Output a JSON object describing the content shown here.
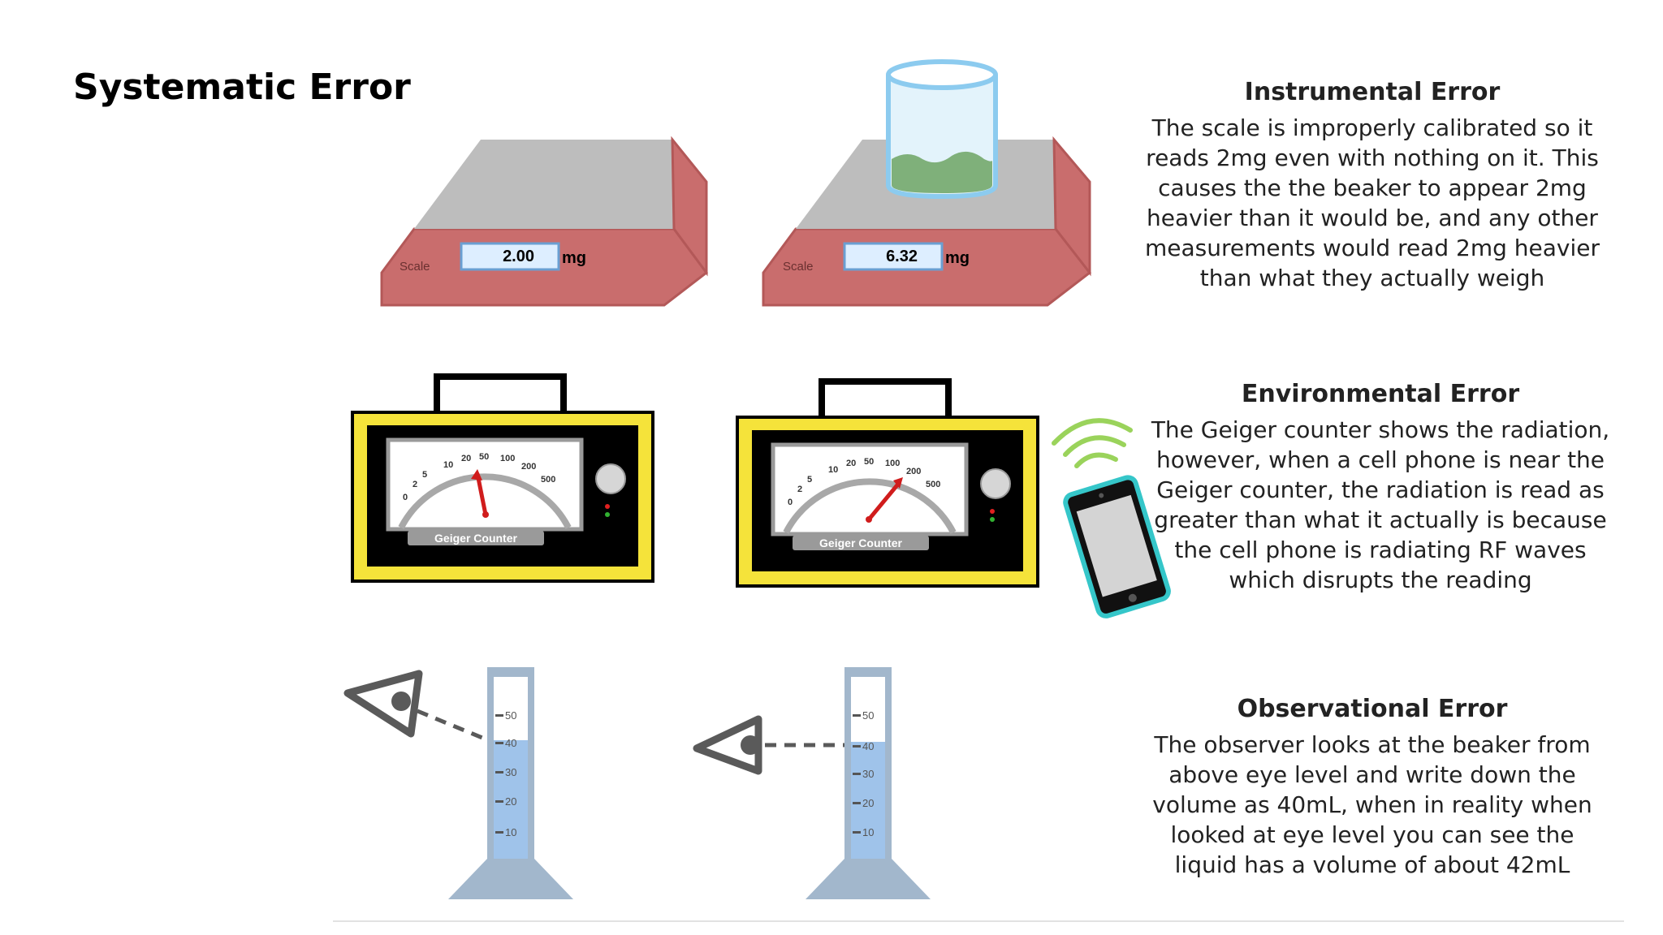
{
  "page": {
    "title": "Systematic Error"
  },
  "instrumental": {
    "heading": "Instrumental Error",
    "body": "The scale is improperly calibrated so it reads 2mg even with nothing on it. This causes the the beaker to appear 2mg heavier than it would be, and any other measurements would read 2mg heavier than what they actually weigh",
    "scale_label": "Scale",
    "unit": "mg",
    "empty_reading": "2.00",
    "beaker_reading": "6.32"
  },
  "environmental": {
    "heading": "Environmental Error",
    "body": "The Geiger counter shows the radiation, however, when a cell phone is near the Geiger counter, the radiation is read as greater than what it actually is because the cell phone is radiating RF waves which disrupts the reading",
    "device_label": "Geiger Counter",
    "dial_ticks": [
      "0",
      "2",
      "5",
      "10",
      "20",
      "50",
      "100",
      "200",
      "500"
    ]
  },
  "observational": {
    "heading": "Observational Error",
    "body": "The observer looks at the beaker from above eye level and write down the volume as 40mL, when in reality when looked at eye level you can see the liquid has a volume of about 42mL",
    "cylinder_ticks": [
      "50",
      "40",
      "30",
      "20",
      "10"
    ]
  },
  "colors": {
    "scale_body": "#c9706f",
    "scale_top": "#b7b7b7",
    "counter_frame": "#f5e33a",
    "phone_frame": "#35c6c9",
    "liquid": "#9fc3ea",
    "beaker_liquid": "#7fb07a",
    "needle": "#d01c1c",
    "signal": "#9ad35b"
  }
}
